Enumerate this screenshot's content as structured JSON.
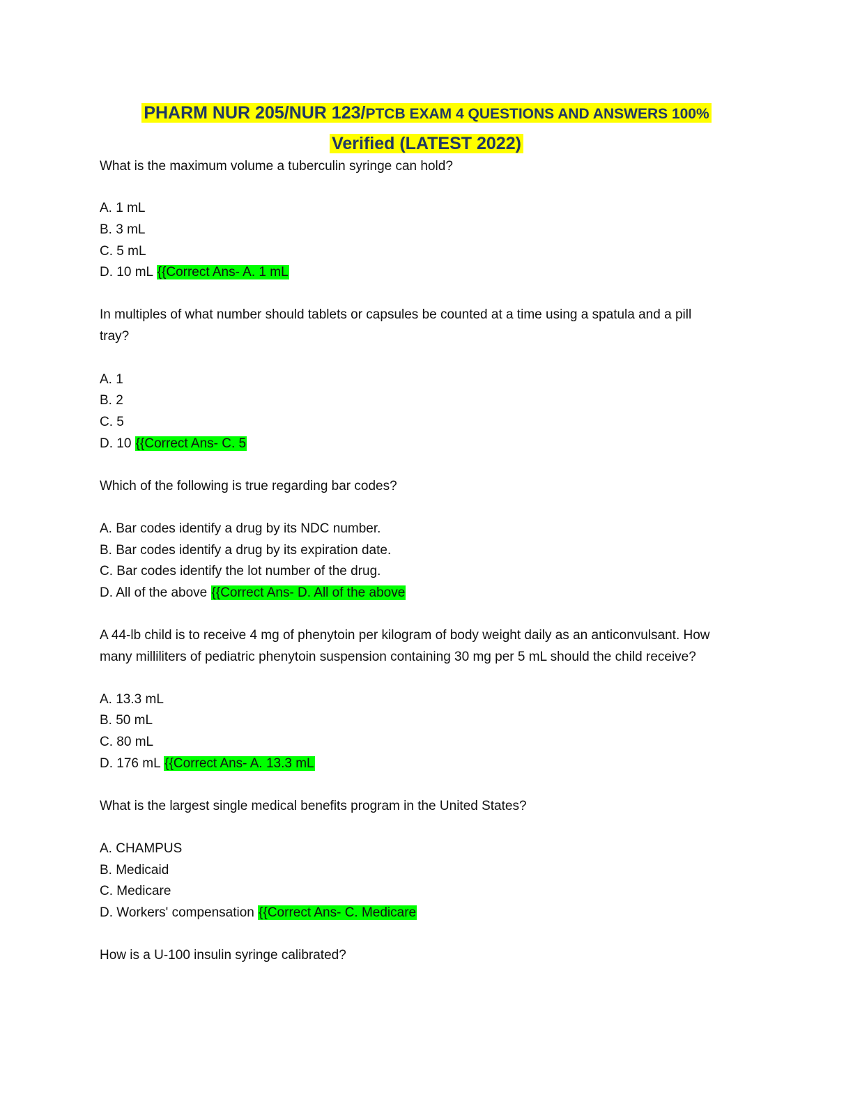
{
  "title": {
    "part1": "PHARM NUR 205/NUR 123/",
    "part2": "PTCB EXAM 4 QUESTIONS AND ANSWERS 100%",
    "line2": "Verified (LATEST 2022)"
  },
  "questions": [
    {
      "question_lines": [
        "What is the maximum volume a tuberculin syringe can hold?"
      ],
      "options": [
        "A. 1 mL",
        "B. 3 mL",
        "C. 5 mL",
        "D. 10 mL"
      ],
      "answer": "{{Correct Ans- A. 1 mL"
    },
    {
      "question_lines": [
        "In multiples of what number should tablets or capsules be counted at a time using a spatula and a pill",
        "tray?"
      ],
      "options": [
        "A. 1",
        "B. 2",
        "C. 5",
        "D. 10"
      ],
      "answer": "{{Correct Ans- C. 5"
    },
    {
      "question_lines": [
        "Which of the following is true regarding bar codes?"
      ],
      "options": [
        " A. Bar codes identify a drug by its NDC number.",
        "B. Bar codes identify a drug by its expiration date.",
        "C. Bar codes identify the lot number of the drug.",
        "D. All of the above"
      ],
      "answer": "{{Correct Ans- D. All of the above"
    },
    {
      "question_lines": [
        "A 44-lb child is to receive 4 mg of phenytoin per kilogram of body weight daily as an anticonvulsant. How",
        "many milliliters of pediatric phenytoin suspension containing 30 mg per 5 mL should the child receive?"
      ],
      "options": [
        "A. 13.3 mL",
        "B. 50 mL",
        "C. 80 mL",
        "D. 176 mL"
      ],
      "answer": "{{Correct Ans- A. 13.3 mL"
    },
    {
      "question_lines": [
        "What is the largest single medical benefits program in the United States?"
      ],
      "options": [
        "A. CHAMPUS",
        "B. Medicaid",
        "C. Medicare",
        "D. Workers' compensation"
      ],
      "answer": "{{Correct Ans- C. Medicare"
    },
    {
      "question_lines": [
        "How is a U-100 insulin syringe calibrated?"
      ],
      "options": [],
      "answer": ""
    }
  ]
}
